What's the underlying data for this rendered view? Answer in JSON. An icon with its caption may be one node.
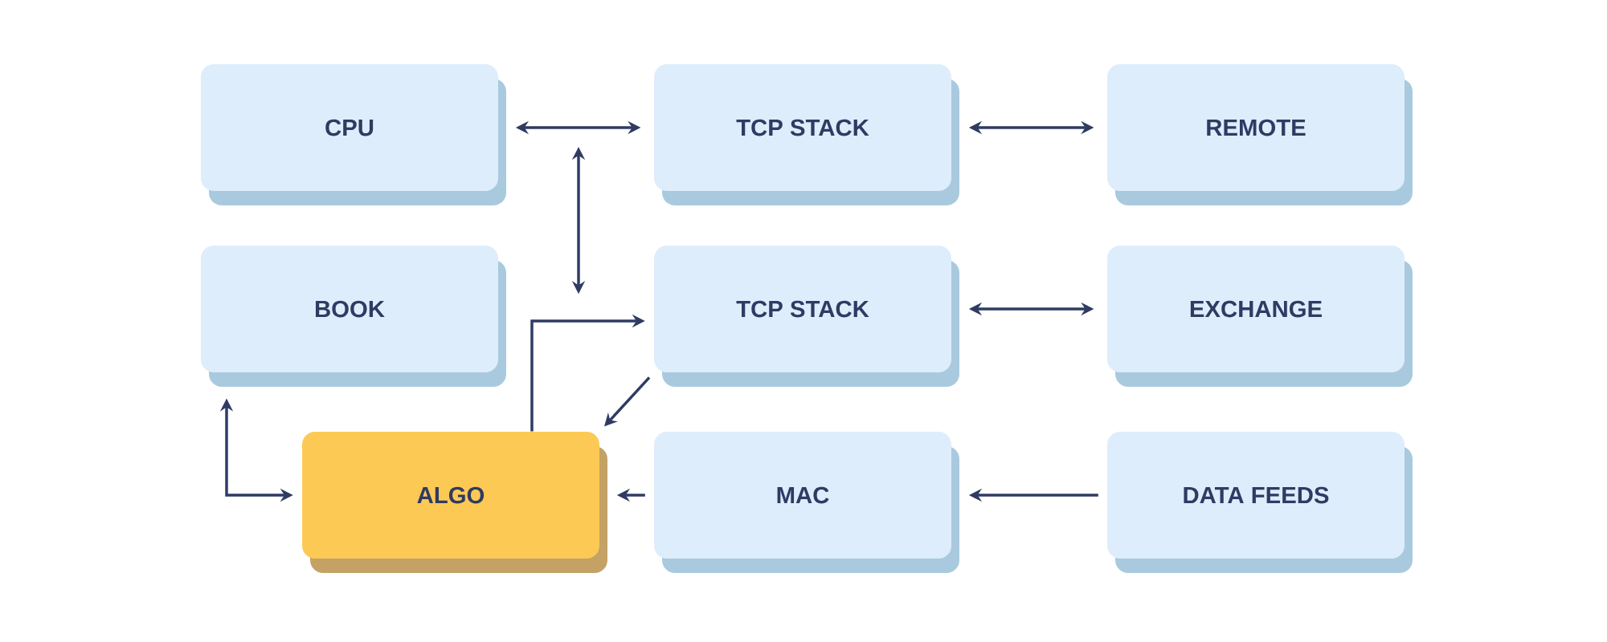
{
  "diagram": {
    "nodes": [
      {
        "text": [
          "CPU"
        ]
      },
      {
        "text": [
          "TCP STACK"
        ]
      },
      {
        "text": [
          "REMOTE"
        ]
      },
      {
        "text": [
          "BOOK"
        ]
      },
      {
        "text": [
          "TCP STACK"
        ]
      },
      {
        "text": [
          "EXCHANGE"
        ]
      },
      {
        "text": [
          "ALGO"
        ]
      },
      {
        "text": [
          "MAC"
        ]
      },
      {
        "text": [
          "DATA FEEDS"
        ]
      }
    ],
    "edges": [
      {
        "from": 0,
        "to": 1,
        "arrow": "both"
      },
      {
        "from": 1,
        "to": 4,
        "arrow": "both"
      },
      {
        "from": 1,
        "to": 2,
        "arrow": "both"
      },
      {
        "from": 4,
        "to": 5,
        "arrow": "both"
      },
      {
        "from": 6,
        "to": 4,
        "arrow": "to"
      },
      {
        "from": 4,
        "to": 6,
        "arrow": "to"
      },
      {
        "from": 3,
        "to": 6,
        "arrow": "both"
      },
      {
        "from": 7,
        "to": 6,
        "arrow": "to"
      },
      {
        "from": 8,
        "to": 7,
        "arrow": "to"
      }
    ]
  }
}
